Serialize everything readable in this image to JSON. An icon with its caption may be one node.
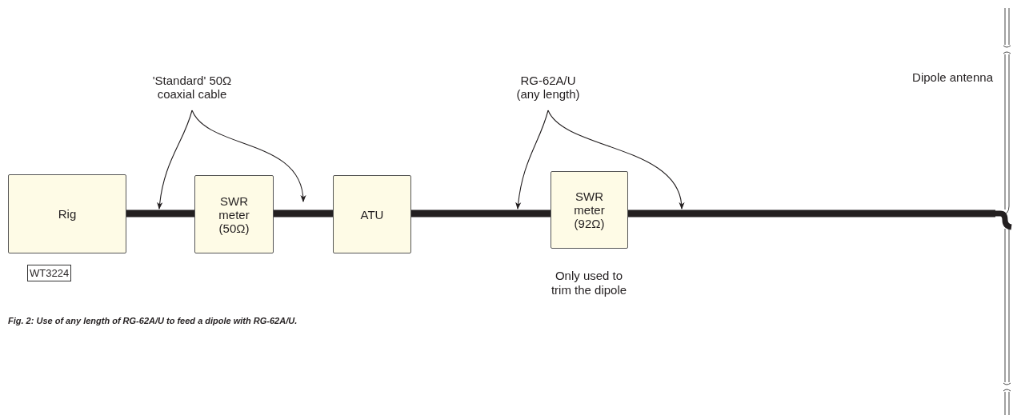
{
  "diagram": {
    "caption": "Fig. 2: Use of any length of RG-62A/U to feed a dipole with RG-62A/U.",
    "nodes": [
      {
        "text": [
          "Rig"
        ]
      },
      {
        "text": [
          "SWR meter (50Ω)"
        ]
      },
      {
        "text": [
          "ATU"
        ]
      },
      {
        "text": [
          "SWR meter (92Ω)"
        ],
        "beside": [
          "Only used to trim the dipole"
        ]
      },
      {
        "text": [
          "'Standard' 50Ω coaxial cable"
        ]
      },
      {
        "text": [
          "RG-62A/U (any length)"
        ]
      },
      {
        "text": [],
        "shape": "picture",
        "beside": [
          "Dipole antenna"
        ]
      }
    ],
    "edges": [
      {
        "from": 0,
        "to": 1,
        "arrow": "none",
        "style": "thick"
      },
      {
        "from": 1,
        "to": 2,
        "arrow": "none",
        "style": "thick"
      },
      {
        "from": 2,
        "to": 3,
        "arrow": "none",
        "style": "thick"
      },
      {
        "from": 3,
        "to": 6,
        "arrow": "none",
        "style": "thick"
      },
      {
        "from": 4,
        "to": null,
        "arrow": "to"
      },
      {
        "from": 4,
        "to": null,
        "arrow": "to"
      },
      {
        "from": 5,
        "to": null,
        "arrow": "to"
      },
      {
        "from": 5,
        "to": null,
        "arrow": "to"
      }
    ],
    "labels": [
      "WT3224"
    ]
  }
}
